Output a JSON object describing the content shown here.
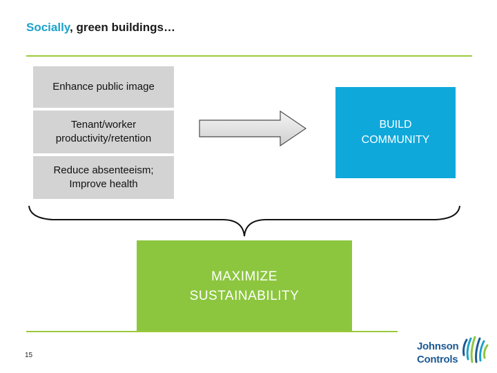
{
  "slide": {
    "title_accent": "Socially",
    "title_rest": ", green buildings…",
    "page_number": "15"
  },
  "benefits": [
    {
      "label": "Enhance public image"
    },
    {
      "label": "Tenant/worker productivity/retention"
    },
    {
      "label": "Reduce absenteeism; Improve health"
    }
  ],
  "result": {
    "label": "BUILD COMMUNITY"
  },
  "outcome": {
    "label": "MAXIMIZE SUSTAINABILITY"
  },
  "logo": {
    "line1": "Johnson",
    "line2": "Controls"
  },
  "colors": {
    "accent_blue": "#1ba2c9",
    "rule_green": "#9cc93a",
    "box_gray": "#d3d3d3",
    "community_blue": "#0fa8db",
    "sustainability_green": "#8cc63f",
    "logo_navy": "#1d5a93"
  },
  "icons": {
    "arrow": "right-arrow-icon",
    "brace": "curly-brace-icon",
    "logo_mark": "johnson-controls-logo-mark"
  }
}
